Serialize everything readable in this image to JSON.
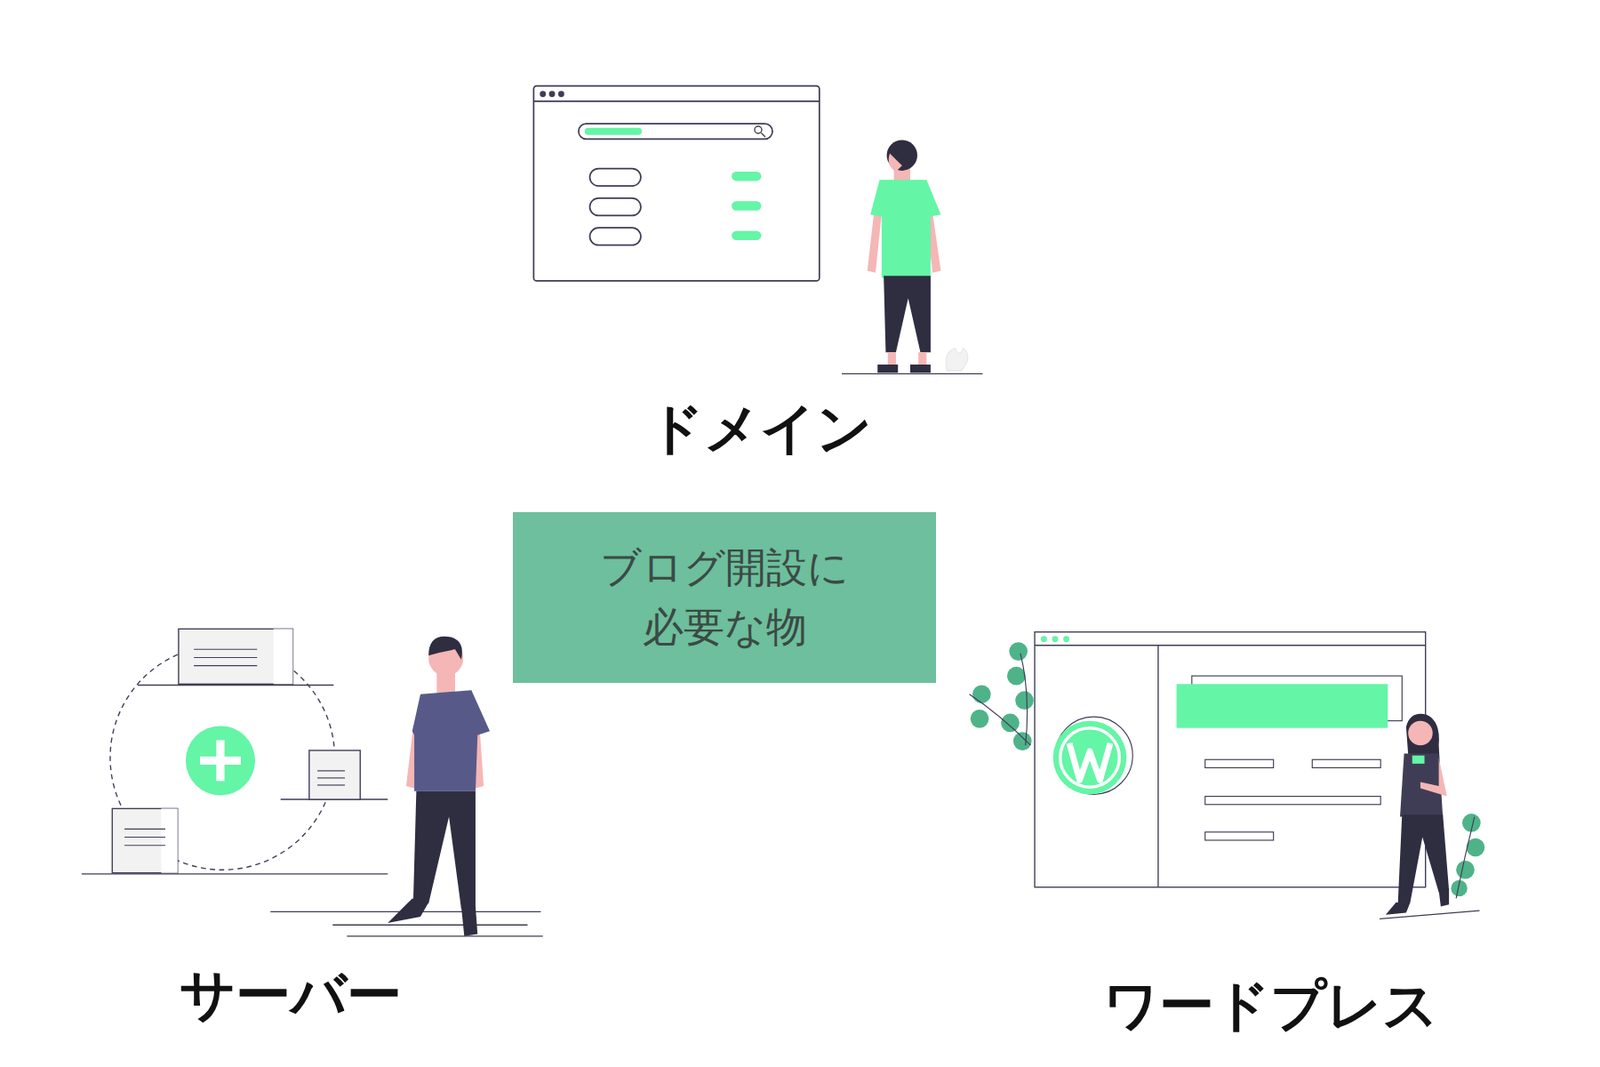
{
  "diagram": {
    "nodes": [
      {
        "text": [
          "ブログ開設に 必要な物"
        ]
      }
    ],
    "labels": [
      "ドメイン",
      "サーバー",
      "ワードプレス"
    ]
  }
}
